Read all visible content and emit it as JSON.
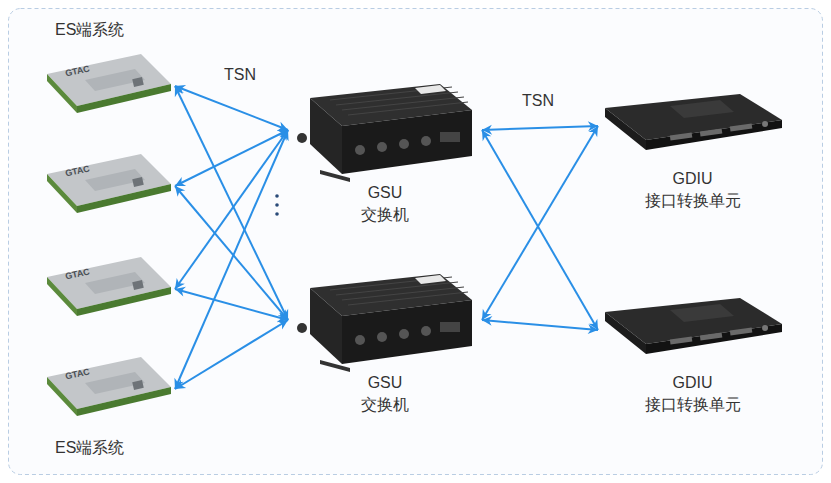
{
  "diagram": {
    "nodes": [
      {
        "text": [
          "GTAC"
        ]
      },
      {
        "text": [
          "GTAC"
        ]
      },
      {
        "text": [
          "GTAC"
        ]
      },
      {
        "text": [
          "GTAC"
        ]
      },
      {
        "text": [
          "GSU 交换机"
        ]
      },
      {
        "text": [
          "GSU 交换机"
        ]
      },
      {
        "text": [
          "GDIU 接口转换单元"
        ]
      },
      {
        "text": [
          "GDIU 接口转换单元"
        ]
      }
    ],
    "edges": [
      {
        "from": 0,
        "to": 4,
        "arrow": "both"
      },
      {
        "from": 0,
        "to": 5,
        "arrow": "both"
      },
      {
        "from": 1,
        "to": 4,
        "arrow": "both"
      },
      {
        "from": 1,
        "to": 5,
        "arrow": "both"
      },
      {
        "from": 2,
        "to": 4,
        "arrow": "both"
      },
      {
        "from": 2,
        "to": 5,
        "arrow": "both"
      },
      {
        "from": 3,
        "to": 4,
        "arrow": "both"
      },
      {
        "from": 3,
        "to": 5,
        "arrow": "both"
      },
      {
        "from": 4,
        "to": 6,
        "arrow": "both"
      },
      {
        "from": 4,
        "to": 7,
        "arrow": "both"
      },
      {
        "from": 5,
        "to": 6,
        "arrow": "both"
      },
      {
        "from": 5,
        "to": 7,
        "arrow": "both"
      }
    ],
    "labels": [
      "ES端系统",
      "TSN",
      "TSN",
      "ES端系统"
    ]
  }
}
